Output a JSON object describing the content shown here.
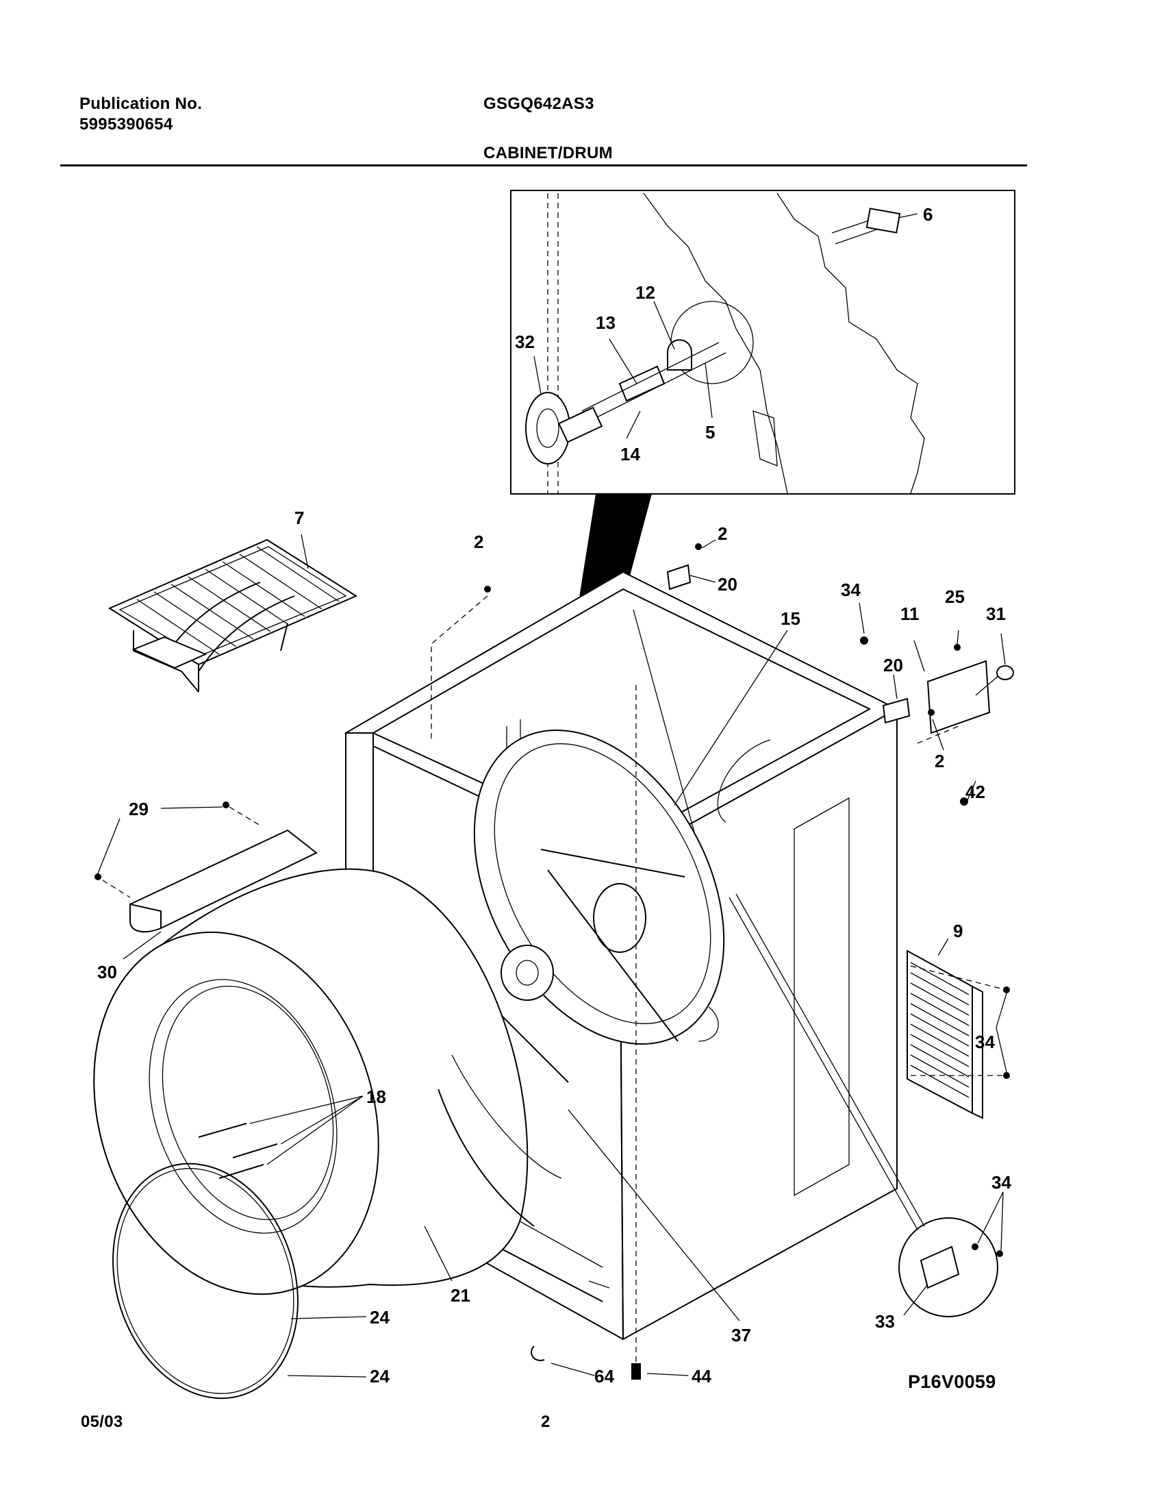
{
  "header": {
    "publication_label": "Publication No.",
    "publication_number": "5995390654",
    "model": "GSGQ642AS3",
    "section_title": "CABINET/DRUM"
  },
  "footer": {
    "date": "05/03",
    "page_number": "2",
    "figure_id": "P16V0059"
  },
  "callouts": {
    "inset": {
      "c6": "6",
      "c12": "12",
      "c13": "13",
      "c32": "32",
      "c14": "14",
      "c5": "5"
    },
    "main": {
      "c7": "7",
      "c2_top": "2",
      "c2_bracket": "2",
      "c20_top": "20",
      "c34_top": "34",
      "c15": "15",
      "c25": "25",
      "c11": "11",
      "c31": "31",
      "c20_right": "20",
      "c2_right": "2",
      "c42": "42",
      "c29": "29",
      "c30": "30",
      "c9": "9",
      "c34_vent": "34",
      "c18": "18",
      "c34_switch": "34",
      "c21": "21",
      "c24_a": "24",
      "c24_b": "24",
      "c37": "37",
      "c33": "33",
      "c64": "64",
      "c44": "44"
    }
  }
}
